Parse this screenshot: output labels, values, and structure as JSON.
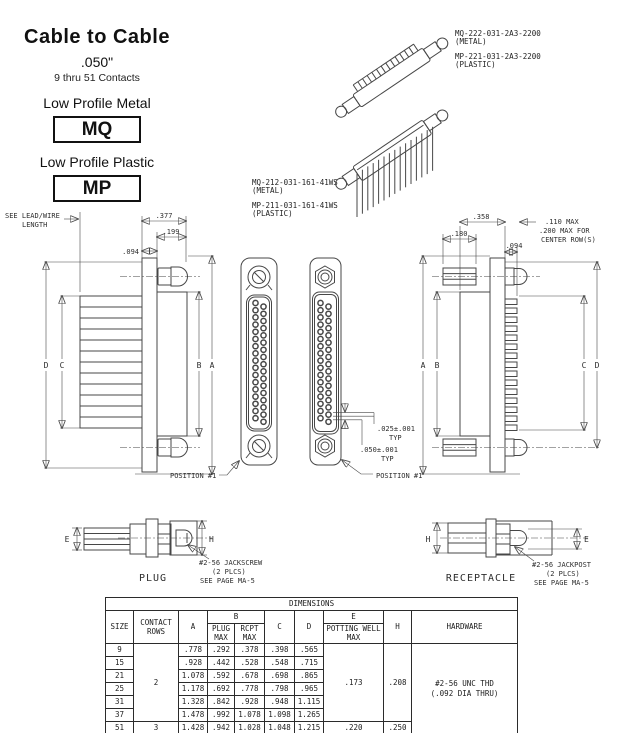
{
  "page": {
    "title": "Cable to Cable",
    "pitch": ".050\"",
    "contact_range": "9 thru 51 Contacts",
    "metal_label": "Low Profile Metal",
    "metal_series": "MQ",
    "plastic_label": "Low Profile Plastic",
    "plastic_series": "MP"
  },
  "colors": {
    "line": "#474747",
    "text": "#1c1c1c"
  },
  "part_numbers": {
    "top_metal": "MQ-222-031-2A3-2200",
    "top_metal_material": "(METAL)",
    "top_plastic": "MP-221-031-2A3-2200",
    "top_plastic_material": "(PLASTIC)",
    "mid_metal": "MQ-212-031-161-41WS",
    "mid_metal_material": "(METAL)",
    "mid_plastic": "MP-211-031-161-41WS",
    "mid_plastic_material": "(PLASTIC)"
  },
  "drawing": {
    "lead_note_1": "SEE LEAD/WIRE",
    "lead_note_2": "LENGTH",
    "dim_377": ".377",
    "dim_199": ".199",
    "dim_094": ".094",
    "dim_358": ".358",
    "dim_180": ".180",
    "dim_094_r": ".094",
    "row_note_1": ".110 MAX",
    "row_note_2": ".200 MAX FOR",
    "row_note_3": "CENTER ROW(S)",
    "pitch_note_1": ".025±.001",
    "pitch_note_2": "TYP",
    "pitch_note_3": ".050±.001",
    "pitch_note_4": "TYP",
    "position_left": "POSITION #1",
    "position_right": "POSITION #1",
    "dim_a": "A",
    "dim_b": "B",
    "dim_c": "C",
    "dim_d": "D",
    "dim_e": "E",
    "dim_h": "H"
  },
  "hardware_views": {
    "plug_label": "PLUG",
    "receptacle_label": "RECEPTACLE",
    "jackscrew_1": "#2-56 JACKSCREW",
    "jackscrew_2": "(2 PLCS)",
    "jackscrew_3": "SEE PAGE MA-5",
    "jackpost_1": "#2-56 JACKPOST",
    "jackpost_2": "(2 PLCS)",
    "jackpost_3": "SEE PAGE MA-5"
  },
  "table": {
    "title": "DIMENSIONS",
    "col_headers": {
      "size": "SIZE",
      "contact_rows": "CONTACT ROWS",
      "a": "A",
      "b": "B",
      "plug_max": "PLUG MAX",
      "rcpt_max": "RCPT MAX",
      "c": "C",
      "d": "D",
      "e": "E",
      "potting_well": "POTTING WELL MAX",
      "h": "H",
      "hardware": "HARDWARE"
    },
    "rows": [
      {
        "size": "9",
        "a": ".778",
        "plug": ".292",
        "rcpt": ".378",
        "c": ".398",
        "d": ".565"
      },
      {
        "size": "15",
        "a": ".928",
        "plug": ".442",
        "rcpt": ".528",
        "c": ".548",
        "d": ".715"
      },
      {
        "size": "21",
        "a": "1.078",
        "plug": ".592",
        "rcpt": ".678",
        "c": ".698",
        "d": ".865"
      },
      {
        "size": "25",
        "a": "1.178",
        "plug": ".692",
        "rcpt": ".778",
        "c": ".798",
        "d": ".965"
      },
      {
        "size": "31",
        "a": "1.328",
        "plug": ".842",
        "rcpt": ".928",
        "c": ".948",
        "d": "1.115"
      },
      {
        "size": "37",
        "a": "1.478",
        "plug": ".992",
        "rcpt": "1.078",
        "c": "1.098",
        "d": "1.265"
      },
      {
        "size": "51",
        "a": "1.428",
        "plug": ".942",
        "rcpt": "1.028",
        "c": "1.048",
        "d": "1.215"
      }
    ],
    "span_sizes_9_37": {
      "contact_rows": "2",
      "e": ".173",
      "h": ".208"
    },
    "row_51": {
      "contact_rows": "3",
      "e": ".220",
      "h": ".250"
    },
    "hardware_note_1": "#2-56 UNC THD",
    "hardware_note_2": "(.092 DIA THRU)"
  }
}
